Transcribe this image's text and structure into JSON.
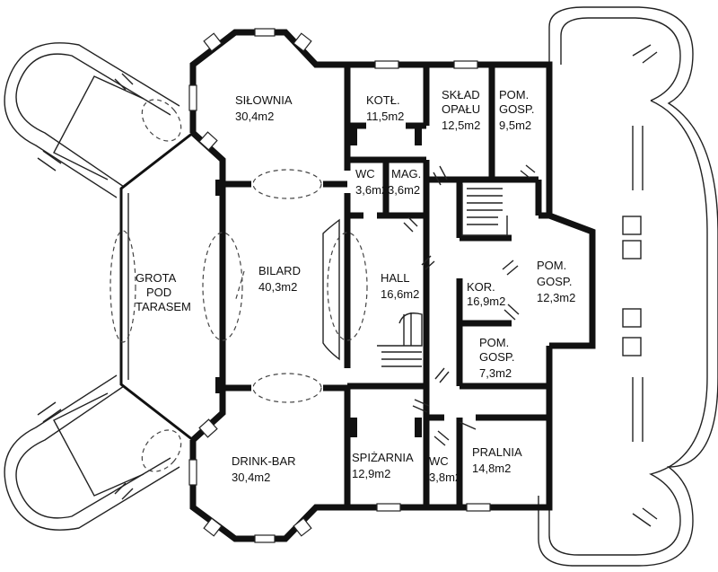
{
  "rooms": {
    "silownia": {
      "name": "SIŁOWNIA",
      "area": "30,4m2"
    },
    "kotl": {
      "name": "KOTŁ.",
      "area": "11,5m2"
    },
    "sklad_opalu": {
      "name1": "SKŁAD",
      "name2": "OPAŁU",
      "area": "12,5m2"
    },
    "pom_gosp_top": {
      "name1": "POM.",
      "name2": "GOSP.",
      "area": "9,5m2"
    },
    "wc_top": {
      "name": "WC",
      "area": "3,6m2"
    },
    "mag": {
      "name": "MAG.",
      "area": "3,6m2"
    },
    "grota": {
      "name1": "GROTA",
      "name2": "POD",
      "name3": "TARASEM"
    },
    "bilard": {
      "name": "BILARD",
      "area": "40,3m2"
    },
    "hall": {
      "name": "HALL",
      "area": "16,6m2"
    },
    "kor": {
      "name": "KOR.",
      "area": "16,9m2"
    },
    "pom_gosp_right": {
      "name1": "POM.",
      "name2": "GOSP.",
      "area": "12,3m2"
    },
    "pom_gosp_mid": {
      "name1": "POM.",
      "name2": "GOSP.",
      "area": "7,3m2"
    },
    "drink_bar": {
      "name": "DRINK-BAR",
      "area": "30,4m2"
    },
    "spizarnia": {
      "name": "SPIŻARNIA",
      "area": "12,9m2"
    },
    "wc_bottom": {
      "name": "WC",
      "area": "3,8m2"
    },
    "pralnia": {
      "name": "PRALNIA",
      "area": "14,8m2"
    }
  }
}
